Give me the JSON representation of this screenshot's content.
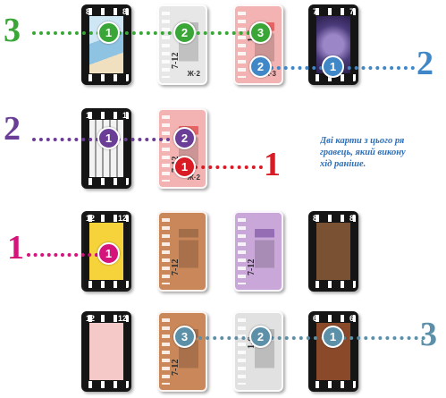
{
  "colors": {
    "green": "#3aa637",
    "blue": "#3f87c6",
    "purple": "#6a3d96",
    "red": "#d81b24",
    "magenta": "#d4147b",
    "slate": "#5c8fa8"
  },
  "row1": {
    "big_number": "3",
    "right_number": "2",
    "cards": [
      {
        "left_num": "8",
        "right_num": "8"
      },
      {
        "range_top": "7-12",
        "range_bottom": "7-12",
        "mark": "Ж·2"
      },
      {
        "range_top": "1-6",
        "range_bottom": "1-6",
        "mark": "Ж·3"
      },
      {
        "left_num": "7",
        "right_num": "7"
      }
    ],
    "badges_green": [
      "1",
      "2",
      "3"
    ],
    "badges_blue": [
      "2",
      "1"
    ]
  },
  "row2": {
    "big_number": "2",
    "right_number": "1",
    "cards": [
      {
        "left_num": "1",
        "right_num": "1"
      },
      {
        "range_top": "7-12",
        "range_bottom": "7-12",
        "mark": "Ж·2"
      }
    ],
    "badges_purple": [
      "1",
      "2"
    ],
    "badge_red": "1"
  },
  "note": {
    "line1": "Дві карти з цього ря",
    "line2": "гравець, який викону",
    "line3": "хід раніше."
  },
  "row3": {
    "big_number": "1",
    "badge": "1",
    "cards": [
      {
        "left_num": "12",
        "right_num": "12"
      },
      {
        "range_top": "7-12",
        "range_bottom": "7-12"
      },
      {
        "range_top": "7-12",
        "range_bottom": "7-12"
      },
      {
        "left_num": "8",
        "right_num": "8"
      }
    ]
  },
  "row4": {
    "right_number": "3",
    "badges": [
      "3",
      "2",
      "1"
    ],
    "cards": [
      {
        "left_num": "12",
        "right_num": "12"
      },
      {
        "range_top": "7-12",
        "range_bottom": "7-12"
      },
      {
        "range_top": "1-6",
        "range_bottom": "1-6"
      },
      {
        "left_num": "6",
        "right_num": "6"
      }
    ]
  }
}
